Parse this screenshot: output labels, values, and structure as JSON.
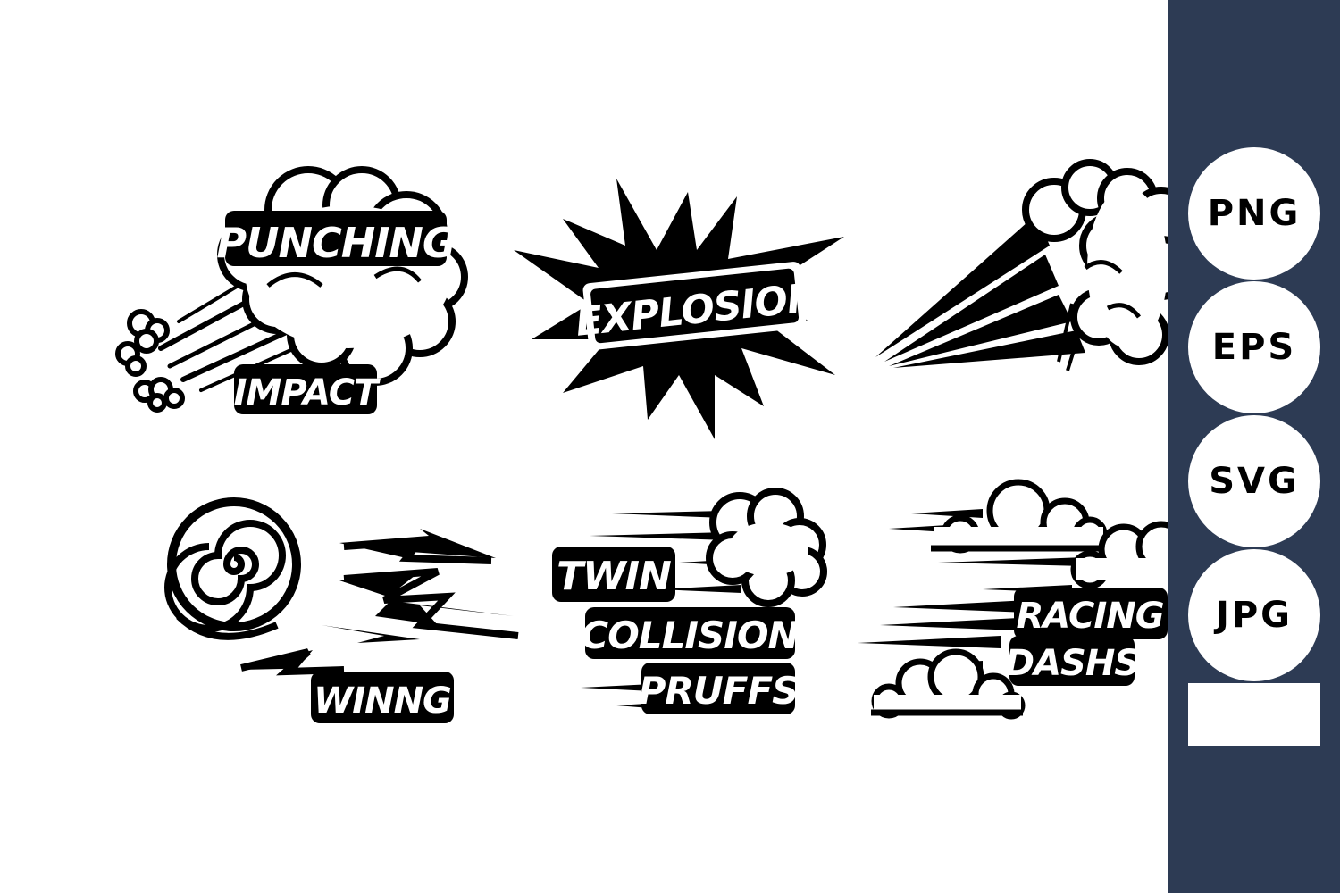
{
  "stickers": [
    {
      "lines": [
        "PUNCHING",
        "IMPACT"
      ]
    },
    {
      "lines": [
        "EXPLOSION"
      ]
    },
    {
      "lines": []
    },
    {
      "lines": [
        "WINNG"
      ]
    },
    {
      "lines": [
        "TWIN",
        "COLLISION",
        "PRUFFS"
      ]
    },
    {
      "lines": [
        "RACING",
        "DASHS"
      ]
    }
  ],
  "formats": [
    "PNG",
    "EPS",
    "SVG",
    "JPG"
  ],
  "colors": {
    "sidebar": "#2d3b54",
    "ink": "#000000",
    "paper": "#ffffff"
  }
}
